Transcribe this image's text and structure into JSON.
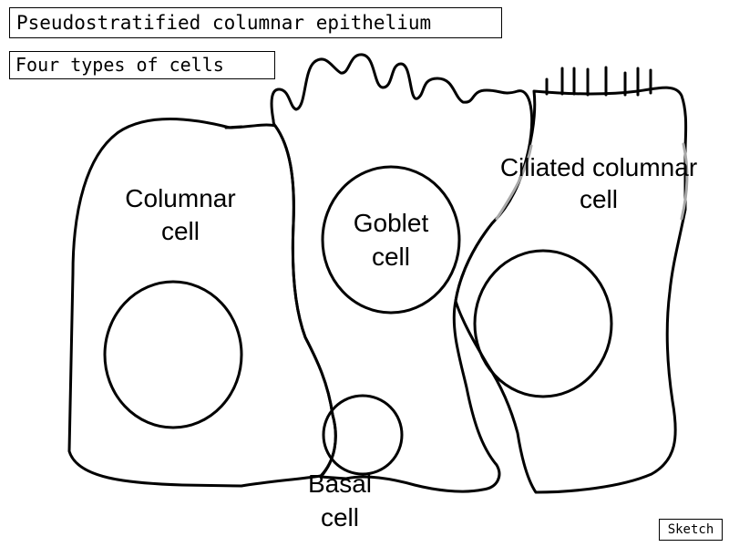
{
  "title": "Pseudostratified columnar epithelium",
  "subtitle": "Four types of cells",
  "labels": {
    "columnar": [
      "Columnar",
      "cell"
    ],
    "goblet": [
      "Goblet",
      "cell"
    ],
    "ciliated": [
      "Ciliated columnar",
      "cell"
    ],
    "basal": [
      "Basal",
      "cell"
    ]
  },
  "sketch_button": "Sketch"
}
